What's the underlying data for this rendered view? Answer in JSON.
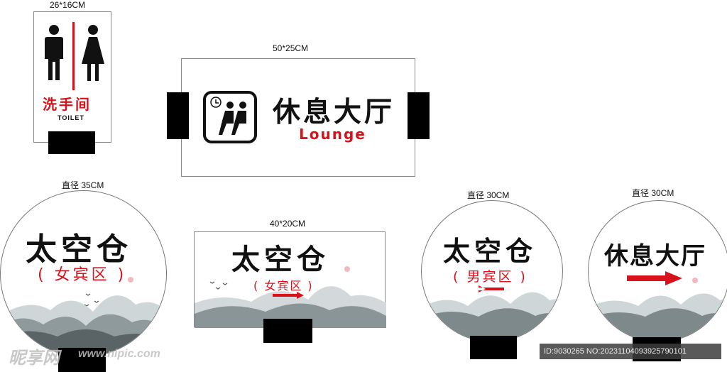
{
  "toilet_sign": {
    "size_label": "26*16CM",
    "title_cn": "洗手间",
    "title_en": "TOILET"
  },
  "lounge_sign": {
    "size_label": "50*25CM",
    "title_cn": "休息大厅",
    "title_en": "Lounge"
  },
  "circle_left": {
    "size_label": "直径 35CM",
    "title": "太空仓",
    "subtitle": "( 女宾区 )"
  },
  "rect_middle": {
    "size_label": "40*20CM",
    "title": "太空仓",
    "subtitle": "( 女宾区 )"
  },
  "circle_mid_right": {
    "size_label": "直径 30CM",
    "title": "太空仓",
    "subtitle": "( 男宾区 )"
  },
  "circle_right": {
    "size_label": "直径 30CM",
    "title": "休息大厅"
  },
  "watermark": {
    "logo_text": "昵享网",
    "site": "www.nipic.com",
    "id_text": "ID:9030265 NO:20231104093925790101"
  },
  "colors": {
    "accent_red": "#d8111a",
    "black": "#000000",
    "ink_gray": "#5a6466"
  },
  "icons": [
    "man-icon",
    "woman-icon",
    "lounge-seat-icon",
    "clock-icon",
    "arrow-right-icon",
    "arrow-left-icon",
    "mountains-decoration",
    "birds-decoration",
    "sun-dot-decoration"
  ]
}
